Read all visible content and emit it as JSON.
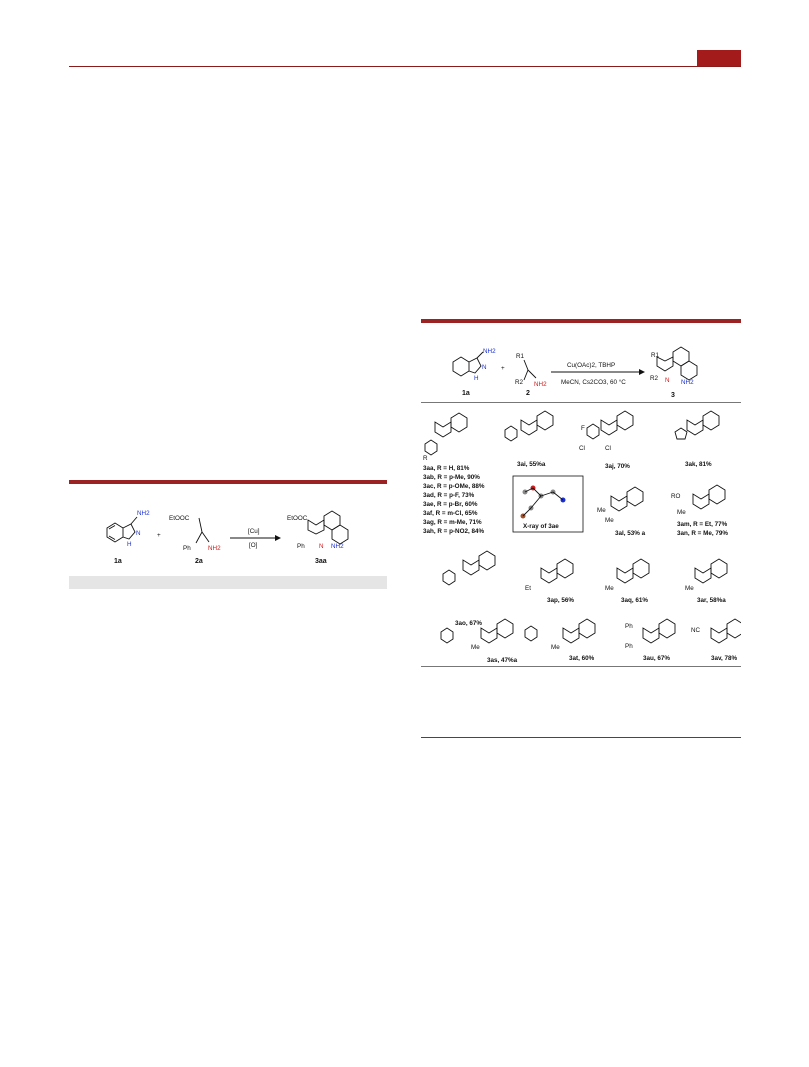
{
  "scheme1": {
    "reactant1": "1a",
    "reactant2": "2a",
    "product": "3aa",
    "plus": "+",
    "reagent_above": "[Cu]",
    "reagent_below": "[O]",
    "atoms": {
      "nh2": "NH2",
      "n": "N",
      "h": "H",
      "etooc": "EtOOC",
      "ph": "Ph"
    }
  },
  "scheme2": {
    "reactant1": "1a",
    "reactant2": "2",
    "product": "3",
    "plus": "+",
    "conditions_top": "Cu(OAc)2, TBHP",
    "conditions_bottom": "MeCN, Cs2CO3, 60 °C",
    "labels": {
      "r1": "R1",
      "r2": "R2"
    }
  },
  "table": {
    "aa_series": [
      "3aa, R = H, 81%",
      "3ab, R = p-Me, 90%",
      "3ac, R = p-OMe, 88%",
      "3ad, R = p-F, 73%",
      "3ae, R = p-Br, 60%",
      "3af, R = m-Cl, 65%",
      "3ag, R = m-Me, 71%",
      "3ah, R = p-NO2, 84%"
    ],
    "items": [
      "3ai, 55%a",
      "3aj, 70%",
      "3ak, 81%",
      "3al, 53% a",
      "3ao, 67%",
      "3ap, 56%",
      "3aq, 61%",
      "3ar, 58%a",
      "3as, 47%a",
      "3at, 60%",
      "3au, 67%",
      "3av, 78%"
    ],
    "am_series": [
      "3am, R = Et, 77%",
      "3an, R = Me, 79%"
    ],
    "xray_caption": "X-ray of 3ae",
    "substituents": {
      "me": "Me",
      "et": "Et",
      "ro": "RO",
      "ph": "Ph",
      "f": "F",
      "cl": "Cl",
      "nc": "NC",
      "r": "R",
      "h": "H"
    }
  }
}
